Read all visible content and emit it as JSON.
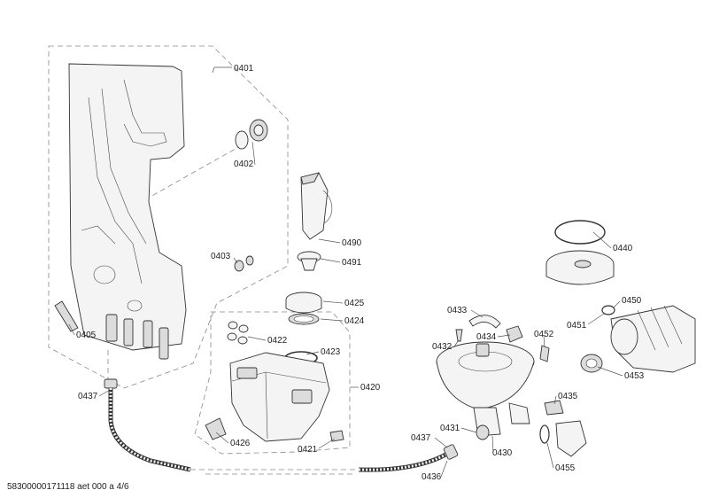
{
  "labels": {
    "p0401": "0401",
    "p0402": "0402",
    "p0403": "0403",
    "p0405": "0405",
    "p0437a": "0437",
    "p0490": "0490",
    "p0491": "0491",
    "p0425": "0425",
    "p0424": "0424",
    "p0422": "0422",
    "p0423": "0423",
    "p0420": "0420",
    "p0426": "0426",
    "p0421": "0421",
    "p0433": "0433",
    "p0432": "0432",
    "p0434": "0434",
    "p0452": "0452",
    "p0440": "0440",
    "p0450": "0450",
    "p0451": "0451",
    "p0453": "0453",
    "p0435": "0435",
    "p0437b": "0437",
    "p0431": "0431",
    "p0430": "0430",
    "p0436": "0436",
    "p0455": "0455"
  },
  "footer": "58300000171118 aet 000 a 4/6"
}
